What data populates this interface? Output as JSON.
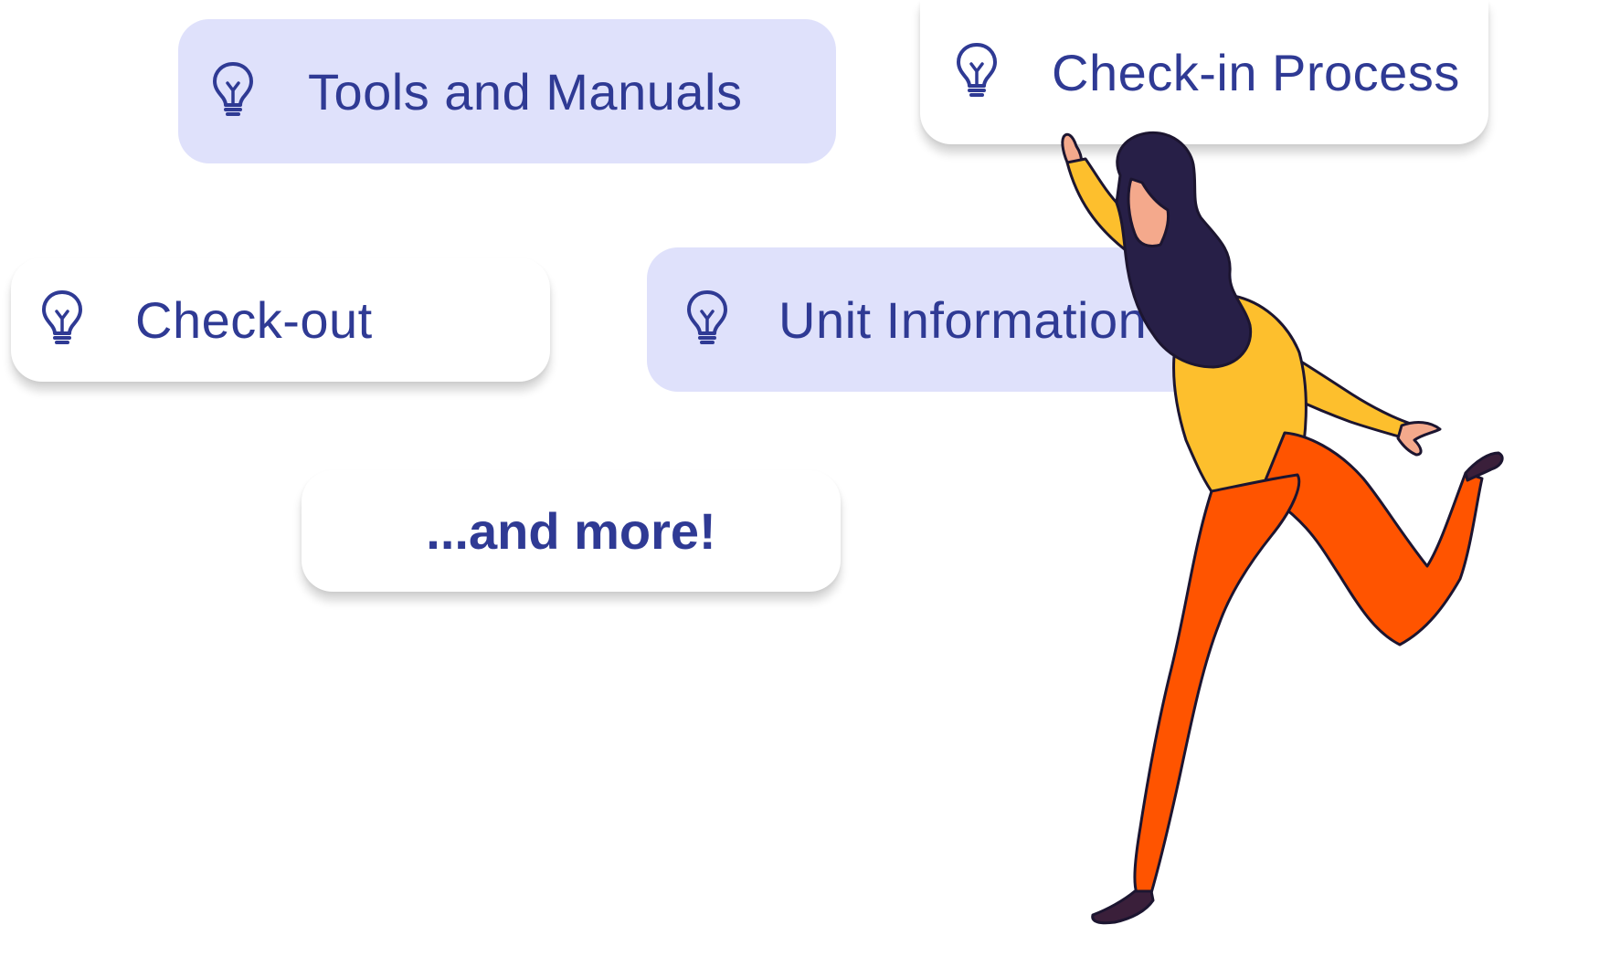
{
  "chips": [
    {
      "label": "Tools and Manuals",
      "icon": "lightbulb-icon",
      "style": "tinted"
    },
    {
      "label": "Check-in Process",
      "icon": "lightbulb-icon",
      "style": "plain"
    },
    {
      "label": "Check-out",
      "icon": "lightbulb-icon",
      "style": "plain"
    },
    {
      "label": "Unit Information",
      "icon": "lightbulb-icon",
      "style": "tinted"
    },
    {
      "label": "...and more!",
      "style": "plain"
    }
  ],
  "colors": {
    "chip_text": "#2f3a94",
    "chip_tint": "#dfe1fb",
    "shirt": "#fdbf2d",
    "pants": "#ff5400",
    "hair": "#271f47",
    "skin": "#f4a98c"
  }
}
